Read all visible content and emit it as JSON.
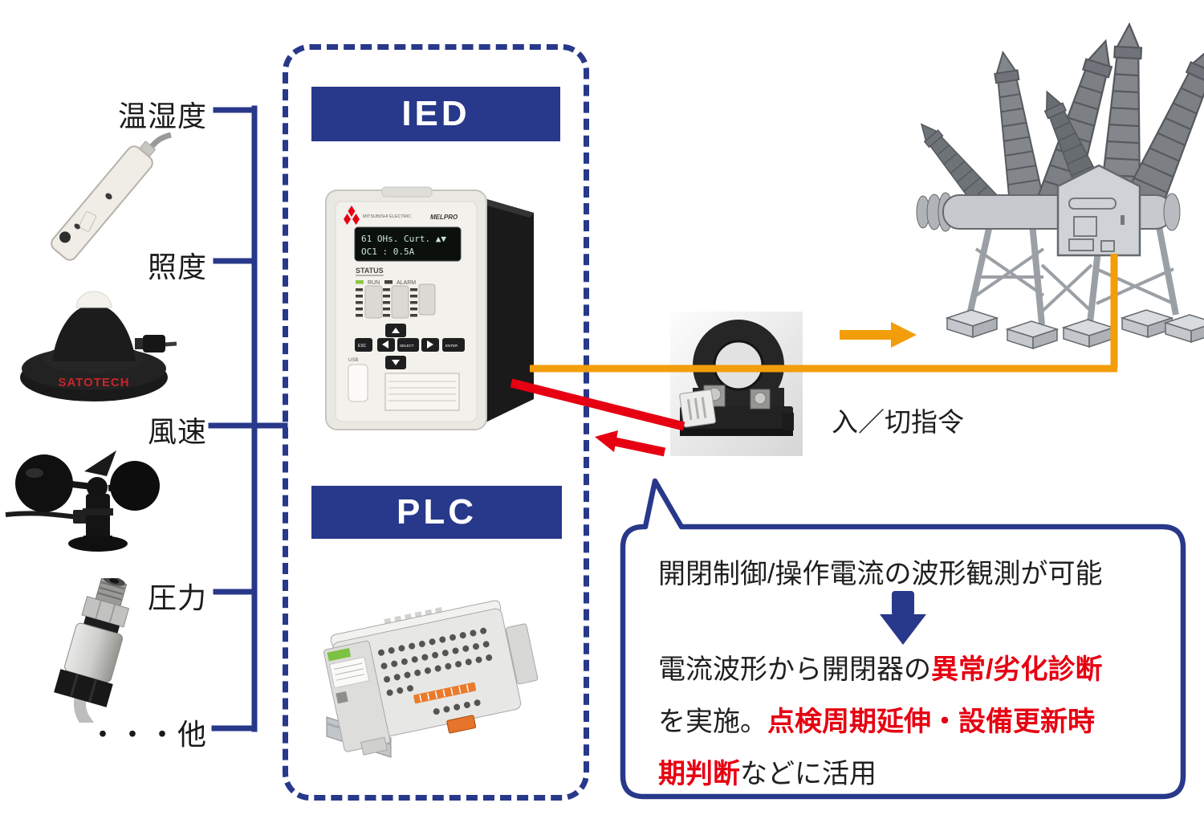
{
  "sensors": {
    "items": [
      {
        "label": "温湿度"
      },
      {
        "label": "照度",
        "brand": "SATOTECH"
      },
      {
        "label": "風速"
      },
      {
        "label": "圧力"
      },
      {
        "label": "・・・他"
      }
    ]
  },
  "gateway_box": {
    "ied_label": "IED",
    "plc_label": "PLC"
  },
  "ied_device": {
    "brand": "MITSUBISHI ELECTRIC",
    "model": "MELPRO",
    "lcd_line1": "61 OHs. Curt. ▲▼",
    "lcd_line2": "OC1    :  0.5A",
    "status_label": "STATUS",
    "run_label": "RUN",
    "alarm_label": "ALARM",
    "usb_label": "USB",
    "esc_label": "ESC",
    "select_label": "SELECT",
    "enter_label": "ENTER"
  },
  "flow": {
    "command_label": "入／切指令"
  },
  "callout": {
    "line1": "開閉制御/操作電流の波形観測が可能",
    "line2_black": "電流波形から開閉器の",
    "line2_red": "異常/劣化診断",
    "line3_black": "を実施。",
    "line3_red": "点検周期延伸・設備更新時",
    "line4_red": "期判断",
    "line4_black": "などに活用"
  },
  "colors": {
    "navy": "#28388A",
    "orange": "#F29D0A",
    "red": "#E60012",
    "text": "#1A1A1A"
  }
}
